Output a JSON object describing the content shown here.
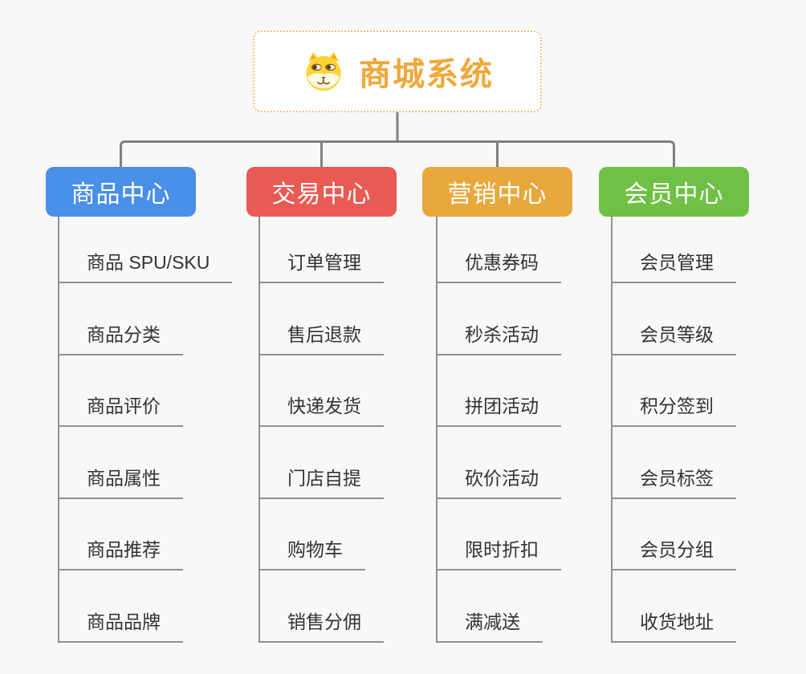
{
  "root": {
    "title": "商城系统",
    "icon": "shiba-dog-icon"
  },
  "branches": [
    {
      "label": "商品中心",
      "color": "#4a8fe8",
      "children": [
        "商品 SPU/SKU",
        "商品分类",
        "商品评价",
        "商品属性",
        "商品推荐",
        "商品品牌"
      ]
    },
    {
      "label": "交易中心",
      "color": "#ea5a55",
      "children": [
        "订单管理",
        "售后退款",
        "快递发货",
        "门店自提",
        "购物车",
        "销售分佣"
      ]
    },
    {
      "label": "营销中心",
      "color": "#e9a83c",
      "children": [
        "优惠券码",
        "秒杀活动",
        "拼团活动",
        "砍价活动",
        "限时折扣",
        "满减送"
      ]
    },
    {
      "label": "会员中心",
      "color": "#6ec144",
      "children": [
        "会员管理",
        "会员等级",
        "积分签到",
        "会员标签",
        "会员分组",
        "收货地址"
      ]
    }
  ],
  "colors": {
    "background": "#f8f8f8",
    "root_text": "#efa83c",
    "root_border": "#f2c379",
    "connector": "#808080",
    "leaf_line": "#909090",
    "leaf_text": "#333333"
  }
}
